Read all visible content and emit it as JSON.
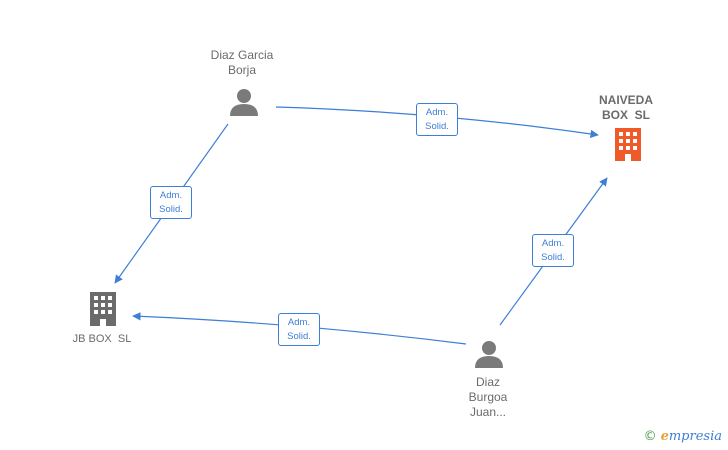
{
  "nodes": {
    "diaz_garcia": {
      "line1": "Diaz Garcia",
      "line2": "Borja"
    },
    "naiveda": {
      "line1": "NAIVEDA",
      "line2": "BOX  SL"
    },
    "jb_box": {
      "line1": "JB BOX  SL"
    },
    "diaz_burgoa": {
      "line1": "Diaz",
      "line2": "Burgoa",
      "line3": "Juan..."
    }
  },
  "edges": [
    {
      "line1": "Adm.",
      "line2": "Solid."
    },
    {
      "line1": "Adm.",
      "line2": "Solid."
    },
    {
      "line1": "Adm.",
      "line2": "Solid."
    },
    {
      "line1": "Adm.",
      "line2": "Solid."
    }
  ],
  "colors": {
    "edge": "#3d7ed6",
    "person": "#7a7a7a",
    "company": "#6b6b6b",
    "highlight": "#f05a28"
  },
  "watermark": {
    "copyright": "©",
    "brand_e": "e",
    "brand_rest": "mpresia"
  },
  "icons": [
    "person-icon",
    "building-icon"
  ]
}
